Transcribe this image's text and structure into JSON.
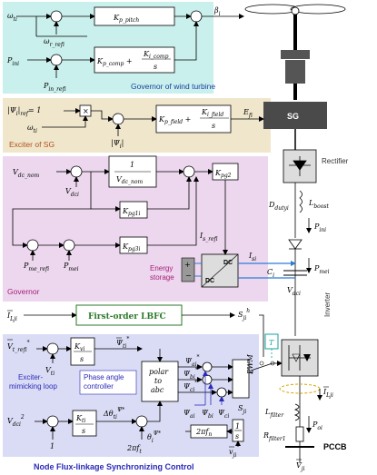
{
  "panels": {
    "governor_wind": "Governor of wind turbine",
    "exciter": "Exciter of SG",
    "governor": "Governor",
    "nfsc": "Node Flux-linkage Synchronizing Control"
  },
  "blocks": {
    "kp_pitch": "K",
    "kp_pitch_sub": "p_pitch",
    "kp_comp": "K",
    "kp_comp_sub": "p_comp",
    "ki_comp": "K",
    "ki_comp_sub": "i_comp",
    "s": "s",
    "kp_field": "K",
    "kp_field_sub": "p_field",
    "ki_field": "K",
    "ki_field_sub": "i_field",
    "one": "1",
    "vdc_nom": "V",
    "vdc_nom_sub": "dc_nom",
    "kpg2": "K",
    "kpg2_sub": "pg2",
    "kpg1": "K",
    "kpg1_sub": "pg1i",
    "kpg3": "K",
    "kpg3_sub": "pg3i",
    "lbfc": "First-order LBFC",
    "ki": "K",
    "ki_sub": "vi",
    "kti": "K",
    "kti_sub": "ti",
    "polar": "polar",
    "to": "to",
    "abc": "abc",
    "pwm": "PWM",
    "sg": "SG",
    "dc1": "DC",
    "dc2": "DC",
    "two_pi_fn": "2πf",
    "two_pi_fn_sub": "n",
    "one_over_s_num": "1",
    "one_over_s_den": "s",
    "t_block": "T"
  },
  "signals": {
    "omega_ti": "ω",
    "omega_ti_sub": "ti",
    "omega_r_refi": "ω",
    "omega_r_refi_sub": "r_refi",
    "p_ini": "P",
    "p_ini_sub": "ini",
    "p_in_refi": "P",
    "p_in_refi_sub": "in_refi",
    "beta_i": "β",
    "beta_i_sub": "i",
    "psi_ref_eq": "|Ψ",
    "psi_ref_eq2": "|",
    "psi_ref_sub": "ref",
    "psi_ref_val": "= 1",
    "omega_ti2": "ω",
    "omega_ti2_sub": "ti",
    "psi_i": "|Ψ",
    "psi_i2": "|",
    "efi": "E",
    "efi_sub": "fi",
    "vdc_nom_in": "V",
    "vdc_nom_in_sub": "dc_nom",
    "vdci": "V",
    "vdci_sub": "dci",
    "pme_refi": "P",
    "pme_refi_sub": "me_refi",
    "pmei": "P",
    "pmei_sub": "mei",
    "is_refi": "I",
    "is_refi_sub": "s_refi",
    "isi": "I",
    "isi_sub": "si",
    "energy_storage_1": "Energy",
    "energy_storage_2": "storage",
    "ci": "C",
    "ci_sub": "i",
    "vdci2": "V",
    "vdci2_sub": "dci",
    "pmei2": "P",
    "pmei2_sub": "mei",
    "pini2": "P",
    "pini2_sub": "ini",
    "rectifier": "Rectifier",
    "inverter": "Inverter",
    "duty": "D",
    "duty_sub": "dutyi",
    "lboost": "L",
    "lboost_sub": "boost",
    "ilji": "I",
    "ilji_sub": "Lji",
    "sji_h": "S",
    "sji_h_sub": "ji",
    "sji_h_sup": "h",
    "vt_refi": "V",
    "vt_refi_sub": "t_refi",
    "vt_refi_sup": "*",
    "vti": "V",
    "vti_sub": "ti",
    "psi_ti": "Ψ",
    "psi_ti_sub": "ti",
    "psi_ti_sup": "*",
    "exciter_loop_1": "Exciter-",
    "exciter_loop_2": "mimicking loop",
    "phase_ctrl_1": "Phase angle",
    "phase_ctrl_2": "controller",
    "psi_ai": "Ψ",
    "psi_ai_sub": "ai",
    "psi_ai_sup": "*",
    "psi_bi": "Ψ",
    "psi_bi_sub": "bi",
    "psi_bi_sup": "*",
    "psi_ci": "Ψ",
    "psi_ci_sub": "ci",
    "psi_ci_sup": "*",
    "psi_ai2": "Ψ",
    "psi_ai2_sub": "ai",
    "psi_bi2": "Ψ",
    "psi_bi2_sub": "bi",
    "psi_ci2": "Ψ",
    "psi_ci2_sub": "ci",
    "sji": "S",
    "sji_sub": "ji",
    "ilji2": "I",
    "ilji2_sub": "Lji",
    "vdc2": "V",
    "vdc2_sub": "dci",
    "vdc2_sup": "2",
    "one_in": "1",
    "delta_theta": "Δθ",
    "delta_theta_sub": "ti",
    "delta_theta_sup": "Ψ*",
    "theta_psi": "θ",
    "theta_psi_sub": "i",
    "theta_psi_sup": "Ψ*",
    "two_pi_ft": "2πf",
    "two_pi_ft_sub": "t",
    "vji": "v",
    "vji_sub": "ji",
    "lfilter": "L",
    "lfilter_sub": "filter",
    "rfilter": "R",
    "rfilter_sub": "filter1",
    "poi": "P",
    "poi_sub": "oi",
    "pccb": "PCCB",
    "vji_bottom": "V",
    "vji_bottom_sub": "ji"
  },
  "colors": {
    "wind_panel": "#c9f0ec",
    "exciter_panel": "#efe6cc",
    "governor_panel": "#ecd7ee",
    "nfsc_panel": "#dadcf5",
    "wind_label": "#1c3f9e",
    "exciter_label": "#b3501a",
    "governor_label": "#a81e7a",
    "nfsc_label": "#2a2ab8",
    "lbfc_text": "#2a7a2a",
    "blue_line": "#2c7bd6",
    "dark_block": "#4a4a4a"
  }
}
